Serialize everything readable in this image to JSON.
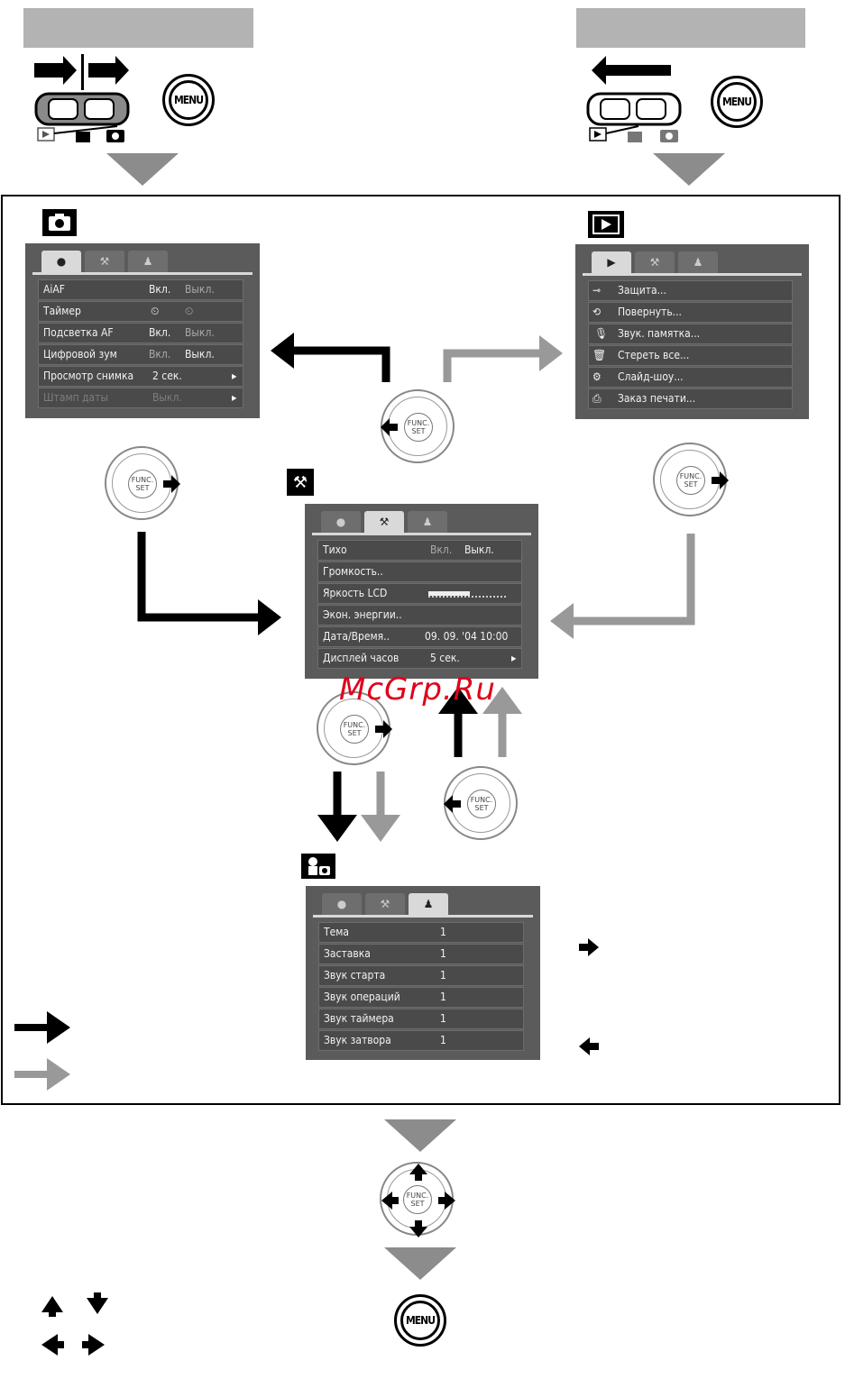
{
  "buttons": {
    "menu_label": "MENU",
    "func_line1": "FUNC.",
    "func_line2": "SET"
  },
  "shooting_menu": {
    "tab_icon": "camera-icon",
    "rows": [
      {
        "label": "AiAF",
        "v1": "Вкл.",
        "v2": "Выкл."
      },
      {
        "label": "Таймер",
        "v1": "",
        "v2": ""
      },
      {
        "label": "Подсветка AF",
        "v1": "Вкл.",
        "v2": "Выкл."
      },
      {
        "label": "Цифровой зум",
        "v1": "Вкл.",
        "v2": "Выкл."
      },
      {
        "label": "Просмотр снимка",
        "v1": "2 сек.",
        "v2": ""
      },
      {
        "label": "Штамп даты",
        "v1": "Выкл.",
        "v2": ""
      }
    ]
  },
  "playback_menu": {
    "tab_icon": "play-icon",
    "rows": [
      {
        "label": "Защита..."
      },
      {
        "label": "Повернуть..."
      },
      {
        "label": "Звук. памятка..."
      },
      {
        "label": "Стереть все..."
      },
      {
        "label": "Слайд-шоу..."
      },
      {
        "label": "Заказ печати..."
      }
    ]
  },
  "setup_menu": {
    "tab_icon": "wrench-icon",
    "rows": [
      {
        "label": "Тихо",
        "v1": "Вкл.",
        "v2": "Выкл."
      },
      {
        "label": "Громкость..",
        "v1": "",
        "v2": ""
      },
      {
        "label": "Яркость LCD",
        "v1": "",
        "v2": ""
      },
      {
        "label": "Экон. энергии..",
        "v1": "",
        "v2": ""
      },
      {
        "label": "Дата/Время..",
        "v1": "09. 09. '04 10:00",
        "v2": ""
      },
      {
        "label": "Дисплей часов",
        "v1": "5 сек.",
        "v2": ""
      }
    ]
  },
  "mycamera_menu": {
    "tab_icon": "my-camera-icon",
    "rows": [
      {
        "label": "Тема",
        "v1": "1"
      },
      {
        "label": "Заставка",
        "v1": "1"
      },
      {
        "label": "Звук старта",
        "v1": "1"
      },
      {
        "label": "Звук операций",
        "v1": "1"
      },
      {
        "label": "Звук таймера",
        "v1": "1"
      },
      {
        "label": "Звук затвора",
        "v1": "1"
      }
    ]
  },
  "watermark": "McGrp.Ru",
  "colors": {
    "black_path": "#000000",
    "gray_path": "#999999",
    "header_bar": "#b3b3b3",
    "watermark": "#e0001b"
  }
}
